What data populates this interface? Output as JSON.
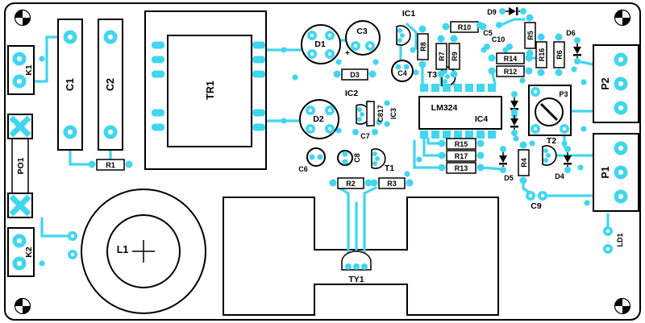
{
  "colors": {
    "pad": "#40d6f0",
    "silkscreen": "#000000",
    "board": "#ffffff"
  },
  "labels": {
    "k1": "K1",
    "po1": "PO1",
    "k2": "K2",
    "c1": "C1",
    "c2": "C2",
    "r1": "R1",
    "tr1": "TR1",
    "l1": "L1",
    "ty1": "TY1",
    "d1": "D1",
    "d2": "D2",
    "d3": "D3",
    "c3": "C3",
    "plus": "+",
    "c4": "C4",
    "ic1": "IC1",
    "ic2": "IC2",
    "ic3": "IC3",
    "c817": "C817",
    "c6": "C6",
    "c7": "C7",
    "c8": "C8",
    "t1": "T1",
    "r2": "R2",
    "r3": "R3",
    "d9": "D9",
    "c5": "C5",
    "c10": "C10",
    "r10": "R10",
    "r8": "R8",
    "r7": "R7",
    "r9": "R9",
    "r14": "R14",
    "r12": "R12",
    "r5": "R5",
    "r16": "R16",
    "r6": "R6",
    "d6": "D6",
    "t3": "T3",
    "lm324": "LM324",
    "ic4": "IC4",
    "p3": "P3",
    "r15": "R15",
    "r17": "R17",
    "r13": "R13",
    "d5": "D5",
    "r4": "R4",
    "t2": "T2",
    "d4": "D4",
    "c9": "C9",
    "p1": "P1",
    "p2": "P2",
    "ld1": "LD1"
  }
}
